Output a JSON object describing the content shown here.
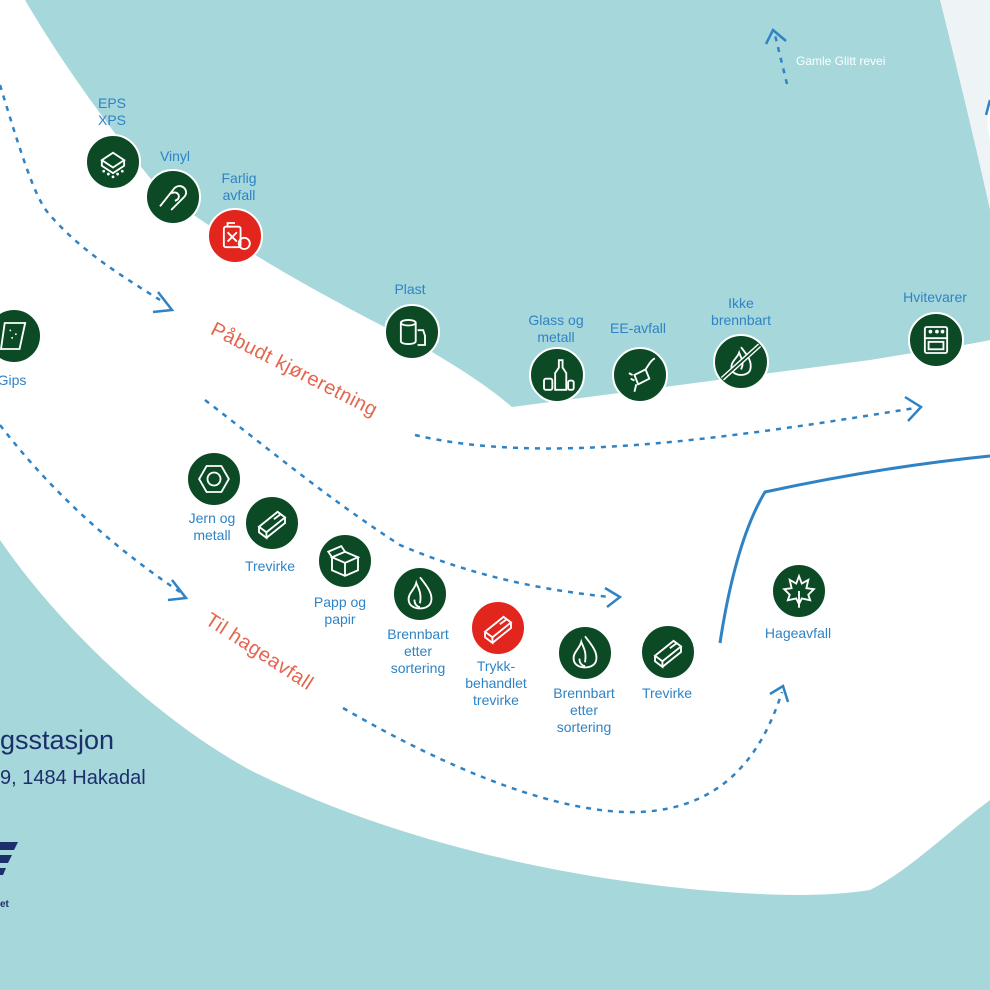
{
  "directions": {
    "mandatory": "Påbudt kjøreretning",
    "garden": "Til hageavfall"
  },
  "road": {
    "label": "Gamle Glitt revei"
  },
  "station": {
    "title": "gsstasjon",
    "address": "9, 1484 Hakadal",
    "footer": "et"
  },
  "colors": {
    "water": "#a6d7db",
    "ground": "#ffffff",
    "icon_dark": "#0c4a26",
    "icon_red": "#e2251d",
    "label": "#2f83c4",
    "arrow": "#2f83c4",
    "direction_text": "#e5654f",
    "title": "#1c2f6b"
  },
  "stations": [
    {
      "id": "eps",
      "lines": [
        "EPS",
        "XPS"
      ],
      "icon": "eps-icon",
      "color": "dark"
    },
    {
      "id": "vinyl",
      "lines": [
        "Vinyl"
      ],
      "icon": "vinyl-icon",
      "color": "dark"
    },
    {
      "id": "farlig",
      "lines": [
        "Farlig",
        "avfall"
      ],
      "icon": "hazard-canister-icon",
      "color": "red"
    },
    {
      "id": "gips",
      "lines": [
        "Gips"
      ],
      "icon": "gypsum-board-icon",
      "color": "dark"
    },
    {
      "id": "plast",
      "lines": [
        "Plast"
      ],
      "icon": "plastic-bottle-icon",
      "color": "dark"
    },
    {
      "id": "glass",
      "lines": [
        "Glass og",
        "metall"
      ],
      "icon": "glass-bottle-icon",
      "color": "dark"
    },
    {
      "id": "ee",
      "lines": [
        "EE-avfall"
      ],
      "icon": "electric-plug-icon",
      "color": "dark"
    },
    {
      "id": "ikke",
      "lines": [
        "Ikke",
        "brennbart"
      ],
      "icon": "no-fire-icon",
      "color": "dark"
    },
    {
      "id": "hvite",
      "lines": [
        "Hvitevarer"
      ],
      "icon": "stove-icon",
      "color": "dark"
    },
    {
      "id": "jern",
      "lines": [
        "Jern og",
        "metall"
      ],
      "icon": "hex-nut-icon",
      "color": "dark"
    },
    {
      "id": "trevirke1",
      "lines": [
        "Trevirke"
      ],
      "icon": "wood-plank-icon",
      "color": "dark"
    },
    {
      "id": "papp",
      "lines": [
        "Papp og",
        "papir"
      ],
      "icon": "cardboard-box-icon",
      "color": "dark"
    },
    {
      "id": "brenn1",
      "lines": [
        "Brennbart",
        "etter",
        "sortering"
      ],
      "icon": "flame-icon",
      "color": "dark"
    },
    {
      "id": "trykk",
      "lines": [
        "Trykk-",
        "behandlet",
        "trevirke"
      ],
      "icon": "treated-wood-icon",
      "color": "red"
    },
    {
      "id": "brenn2",
      "lines": [
        "Brennbart",
        "etter",
        "sortering"
      ],
      "icon": "flame-icon",
      "color": "dark"
    },
    {
      "id": "trevirke2",
      "lines": [
        "Trevirke"
      ],
      "icon": "wood-plank-icon",
      "color": "dark"
    },
    {
      "id": "hage",
      "lines": [
        "Hageavfall"
      ],
      "icon": "maple-leaf-icon",
      "color": "dark"
    }
  ]
}
